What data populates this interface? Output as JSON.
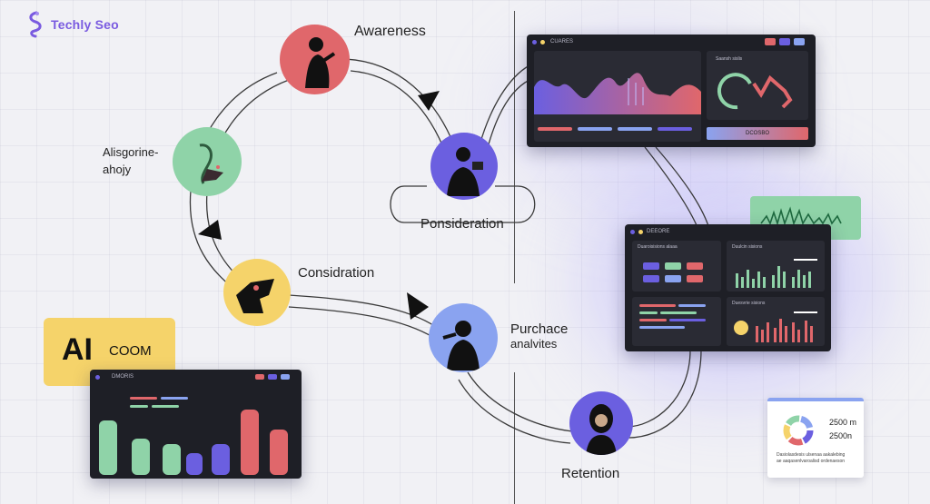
{
  "brand": {
    "name": "Techly Seo"
  },
  "stages": {
    "awareness": "Awareness",
    "algorithm": [
      "Alisgorine-",
      "ahojy"
    ],
    "ponsideration": "Ponsideration",
    "considration": "Considration",
    "purchase": [
      "Purchace",
      "analvites"
    ],
    "retention": "Retention"
  },
  "ai_card": {
    "ai": "AI",
    "label": "COOM"
  },
  "top_dashboard": {
    "title": "CUARES",
    "sub_title": "Saansh sislis",
    "button": "DCOSBO"
  },
  "mid_dashboard": {
    "title": "DEEORE",
    "panels": [
      "Duaroisisions alaaa",
      "Duulcin sisions",
      "",
      "Duesvrie sisions"
    ]
  },
  "bottom_dashboard": {
    "title": "DMORIS"
  },
  "stat_card": {
    "values": [
      "2500 m",
      "2500n"
    ],
    "caption": [
      "Dasiolasdesis ulsenaa aakalebing",
      "ae aaqasenlvaroalisd ordenaeson"
    ]
  },
  "colors": {
    "accent_purple": "#6b5fe0",
    "coral": "#e0676b",
    "yellow": "#f5d36a",
    "green": "#8fd3a8",
    "blue": "#8aa3f0"
  }
}
